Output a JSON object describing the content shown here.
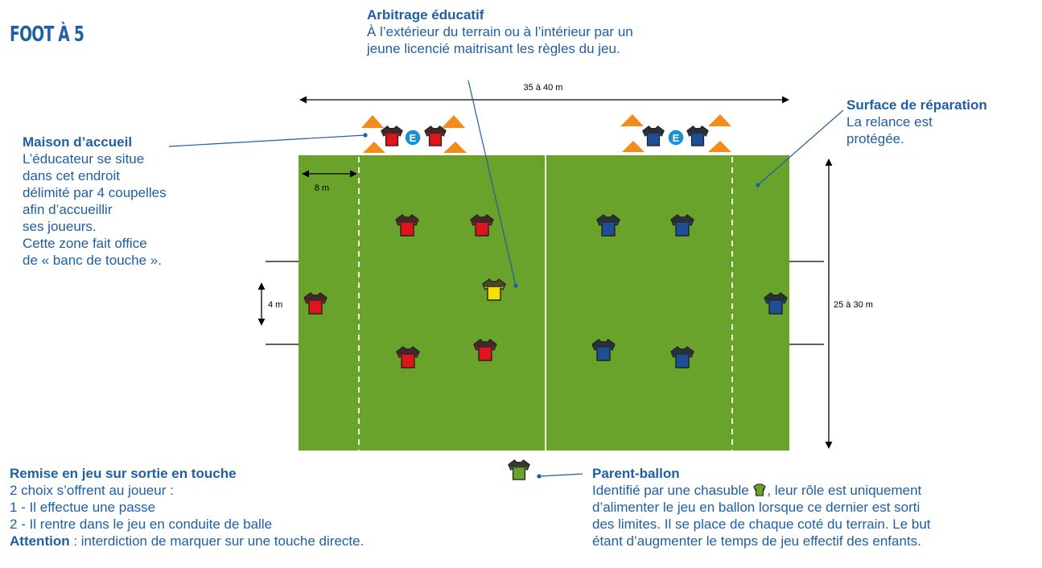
{
  "title": "FOOT À 5",
  "arbitrage": {
    "heading": "Arbitrage éducatif",
    "lines": [
      "À l’extérieur du terrain ou à l’intérieur par un",
      "jeune licencié maitrisant les règles du jeu."
    ]
  },
  "dimensions": {
    "width": "35 à 40 m",
    "length": "25 à 30 m",
    "zone": "8 m",
    "goal": "4 m"
  },
  "surface": {
    "heading": "Surface de réparation",
    "lines": [
      "La relance est",
      "protégée."
    ]
  },
  "maison": {
    "heading": "Maison d’accueil",
    "lines": [
      "L’éducateur se situe",
      "dans cet endroit",
      "délimité par 4 coupelles",
      "afin d’accueillir",
      "ses joueurs.",
      "Cette zone fait office",
      "de « banc de touche »."
    ]
  },
  "educator_badge": "E",
  "remise": {
    "heading": "Remise en jeu sur sortie en touche",
    "lines": [
      "2 choix s’offrent au joueur :",
      "1 - Il effectue une passe",
      "2 - Il rentre dans le jeu en conduite de balle"
    ],
    "attention_label": "Attention",
    "attention_text": " : interdiction de marquer sur une touche directe."
  },
  "parent": {
    "heading": "Parent-ballon",
    "line1_before": "Identifié par une chasuble ",
    "line1_after": ", leur rôle est uniquement",
    "lines": [
      "d’alimenter le jeu en ballon lorsque ce dernier est sorti",
      "des limites. Il se place de chaque coté du terrain. Le but",
      "étant d’augmenter le temps de jeu effectif des enfants."
    ]
  },
  "colors": {
    "text": "#1f5fa3",
    "field": "#6aa32c",
    "red_team": "#e0151b",
    "blue_team": "#1e4f96",
    "referee": "#f5e000",
    "parent": "#6aa32c",
    "cone": "#f28c1b"
  }
}
